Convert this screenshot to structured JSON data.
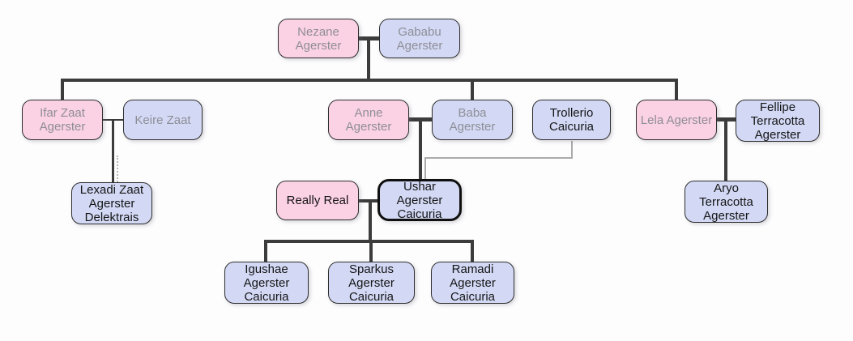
{
  "colors": {
    "canvas_bg": "#fdfdfe",
    "female_fill": "#fbd1e4",
    "male_fill": "#d3d9f5",
    "node_border": "#2e2e2e",
    "selected_border": "#101010",
    "line_dark": "#3c3c3c",
    "line_gray": "#ababab",
    "line_dotted": "#b8b8b8",
    "text_muted": "#8e8e96",
    "text_dark": "#151515"
  },
  "nodes": {
    "nezane": {
      "label": "Nezane\nAgerster"
    },
    "gababu": {
      "label": "Gababu\nAgerster"
    },
    "ifar": {
      "label": "Ifar Zaat\nAgerster"
    },
    "keire": {
      "label": "Keire Zaat"
    },
    "anne": {
      "label": "Anne\nAgerster"
    },
    "baba": {
      "label": "Baba\nAgerster"
    },
    "trollerio": {
      "label": "Trollerio\nCaicuria"
    },
    "lela": {
      "label": "Lela Agerster"
    },
    "fellipe": {
      "label": "Fellipe\nTerracotta\nAgerster"
    },
    "lexadi": {
      "label": "Lexadi Zaat\nAgerster\nDelektrais"
    },
    "really": {
      "label": "Really Real"
    },
    "ushar": {
      "label": "Ushar\nAgerster\nCaicuria"
    },
    "aryo": {
      "label": "Aryo\nTerracotta\nAgerster"
    },
    "igushae": {
      "label": "Igushae\nAgerster\nCaicuria"
    },
    "sparkus": {
      "label": "Sparkus\nAgerster\nCaicuria"
    },
    "ramadi": {
      "label": "Ramadi\nAgerster\nCaicuria"
    }
  }
}
